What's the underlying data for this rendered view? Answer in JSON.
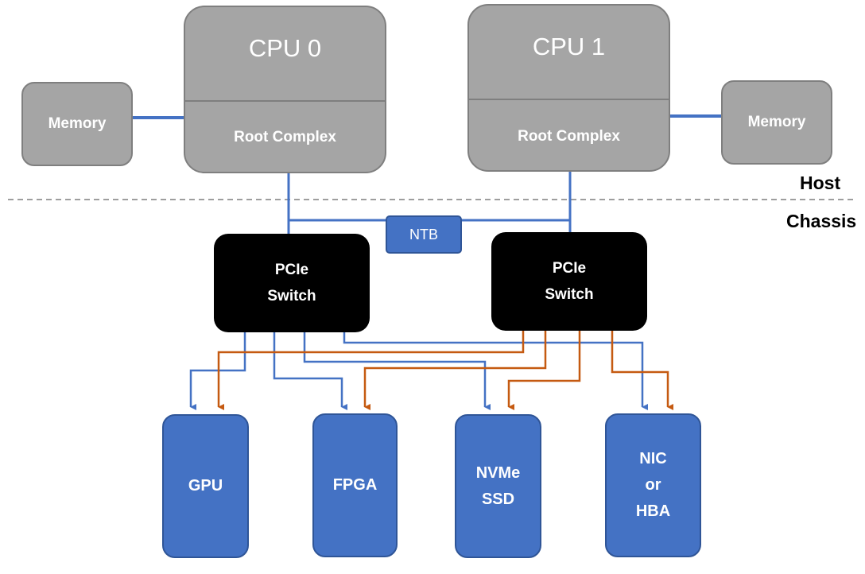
{
  "cpu0": {
    "title": "CPU 0",
    "subtitle": "Root Complex"
  },
  "cpu1": {
    "title": "CPU 1",
    "subtitle": "Root Complex"
  },
  "memory_left": "Memory",
  "memory_right": "Memory",
  "zones": {
    "host": "Host",
    "chassis": "Chassis"
  },
  "ntb": "NTB",
  "switch_left": [
    "PCIe",
    "Switch"
  ],
  "switch_right": [
    "PCIe",
    "Switch"
  ],
  "devices": {
    "gpu": [
      "GPU"
    ],
    "fpga": [
      "FPGA"
    ],
    "nvme": [
      "NVMe",
      "SSD"
    ],
    "nic": [
      "NIC",
      "or",
      "HBA"
    ]
  },
  "colors": {
    "host_box": "#a5a5a5",
    "pcie_box": "#4472c4",
    "switch": "#000000",
    "link_blue": "#4472c4",
    "link_orange": "#c55a11"
  }
}
